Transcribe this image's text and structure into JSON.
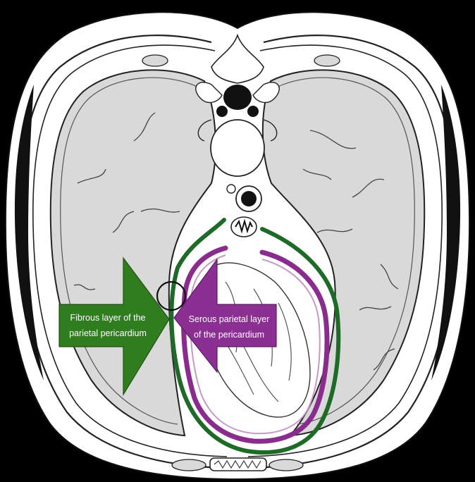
{
  "labels": {
    "fibrous_line1": "Fibrous layer of the",
    "fibrous_line2": "parietal pericardium",
    "serous_line1": "Serous parietal layer",
    "serous_line2": "of the  pericardium"
  },
  "colors": {
    "background": "#000000",
    "tissue_fill": "#d9d9d9",
    "fibrous_layer": "#1e6b27",
    "serous_layer": "#8a2b8e",
    "fibrous_arrow": "#2f7d1e",
    "serous_arrow": "#8b2f93",
    "outline": "#1a1a1a"
  },
  "icons": {
    "fibrous_arrow": "arrow-right-icon",
    "serous_arrow": "arrow-left-icon"
  }
}
